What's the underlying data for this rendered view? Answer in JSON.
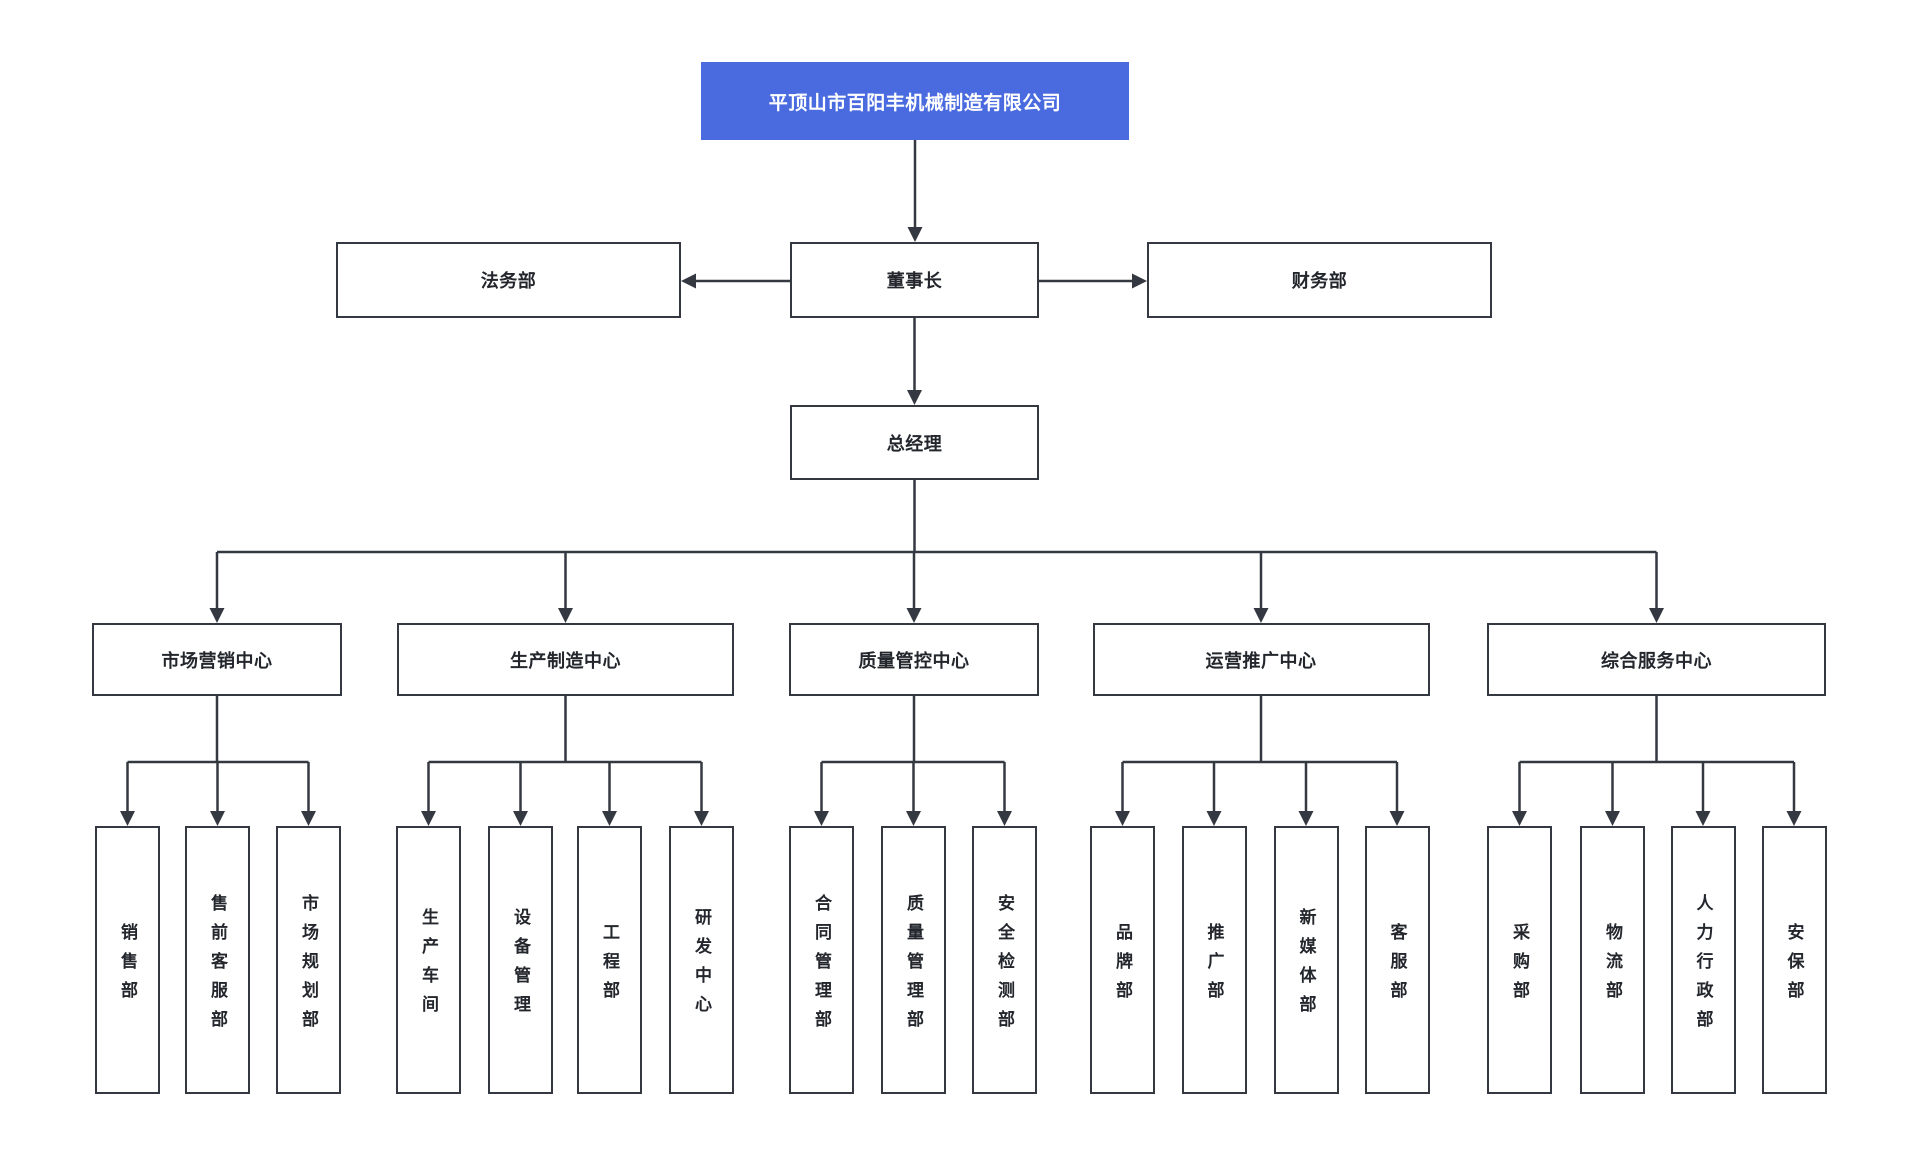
{
  "figure_type": "org-chart",
  "nodes": {
    "company": "平顶山市百阳丰机械制造有限公司",
    "legal": "法务部",
    "chairman": "董事长",
    "finance": "财务部",
    "general_manager": "总经理"
  },
  "centers": [
    {
      "label": "市场营销中心",
      "departments": [
        "销售部",
        "售前客服部",
        "市场规划部"
      ]
    },
    {
      "label": "生产制造中心",
      "departments": [
        "生产车间",
        "设备管理",
        "工程部",
        "研发中心"
      ]
    },
    {
      "label": "质量管控中心",
      "departments": [
        "合同管理部",
        "质量管理部",
        "安全检测部"
      ]
    },
    {
      "label": "运营推广中心",
      "departments": [
        "品牌部",
        "推广部",
        "新媒体部",
        "客服部"
      ]
    },
    {
      "label": "综合服务中心",
      "departments": [
        "采购部",
        "物流部",
        "人力行政部",
        "安保部"
      ]
    }
  ],
  "colors": {
    "company_box_bg": "#4a6be0",
    "company_box_text": "#ffffff",
    "line_color": "#343941",
    "box_border": "#343941",
    "box_bg": "#ffffff",
    "text_color": "#23272d",
    "page_bg": "#ffffff"
  }
}
